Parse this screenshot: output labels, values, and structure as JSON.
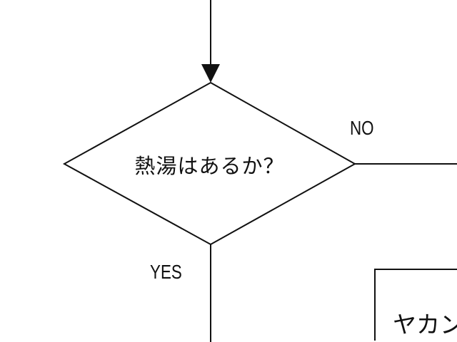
{
  "decision": {
    "question": "熱湯はあるか？",
    "no_label": "NO",
    "yes_label": "YES"
  },
  "next_step": {
    "text": "ヤカン"
  },
  "colors": {
    "line": "#111111",
    "background": "#ffffff"
  }
}
